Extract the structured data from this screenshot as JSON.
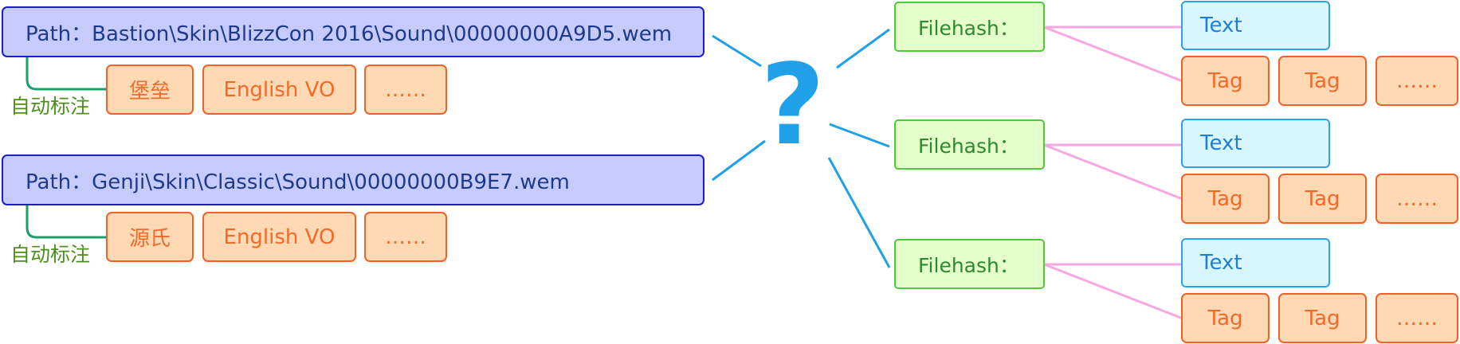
{
  "colors": {
    "path_fill": "#c7cbfc",
    "path_border": "#1d1ec8",
    "tag_fill": "#ffd9b3",
    "tag_border": "#f0622a",
    "hash_fill": "#e4ffc9",
    "hash_border": "#4cc93f",
    "text_fill": "#d8f6ff",
    "text_border": "#2aa3ec",
    "auto_connector": "#1e9e6a",
    "question_connector": "#1fa0e8",
    "hash_connector": "#f7a8e0"
  },
  "sources": [
    {
      "path": "Path：Bastion\\Skin\\BlizzCon 2016\\Sound\\00000000A9D5.wem",
      "auto_label": "自动标注",
      "tags": [
        "堡垒",
        "English VO",
        "……"
      ]
    },
    {
      "path": "Path：Genji\\Skin\\Classic\\Sound\\00000000B9E7.wem",
      "auto_label": "自动标注",
      "tags": [
        "源氏",
        "English VO",
        "……"
      ]
    }
  ],
  "center_symbol": "?",
  "targets": [
    {
      "hash_label": "Filehash：",
      "text_label": "Text",
      "tags": [
        "Tag",
        "Tag",
        "……"
      ]
    },
    {
      "hash_label": "Filehash：",
      "text_label": "Text",
      "tags": [
        "Tag",
        "Tag",
        "……"
      ]
    },
    {
      "hash_label": "Filehash：",
      "text_label": "Text",
      "tags": [
        "Tag",
        "Tag",
        "……"
      ]
    }
  ]
}
